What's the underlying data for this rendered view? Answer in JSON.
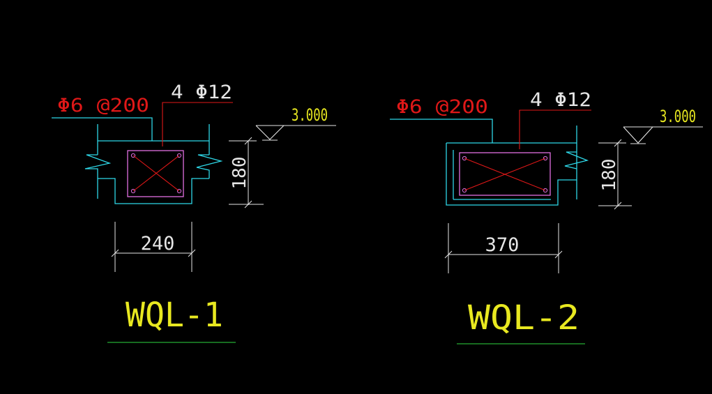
{
  "colors": {
    "background": "#000000",
    "cyan": "#2ed8e8",
    "red": "#e01818",
    "white": "#e6e6e6",
    "yellow": "#e8e820",
    "magenta": "#e070e0",
    "green": "#1f8f2a"
  },
  "sections": [
    {
      "id": "wql-1",
      "stirrup_label": "Φ6 @200",
      "rebar_label": "4 Φ12",
      "elevation": "3.000",
      "height_dim": "180",
      "width_dim": "240",
      "title": "WQL-1"
    },
    {
      "id": "wql-2",
      "stirrup_label": "Φ6 @200",
      "rebar_label": "4 Φ12",
      "elevation": "3.000",
      "height_dim": "180",
      "width_dim": "370",
      "title": "WQL-2"
    }
  ]
}
